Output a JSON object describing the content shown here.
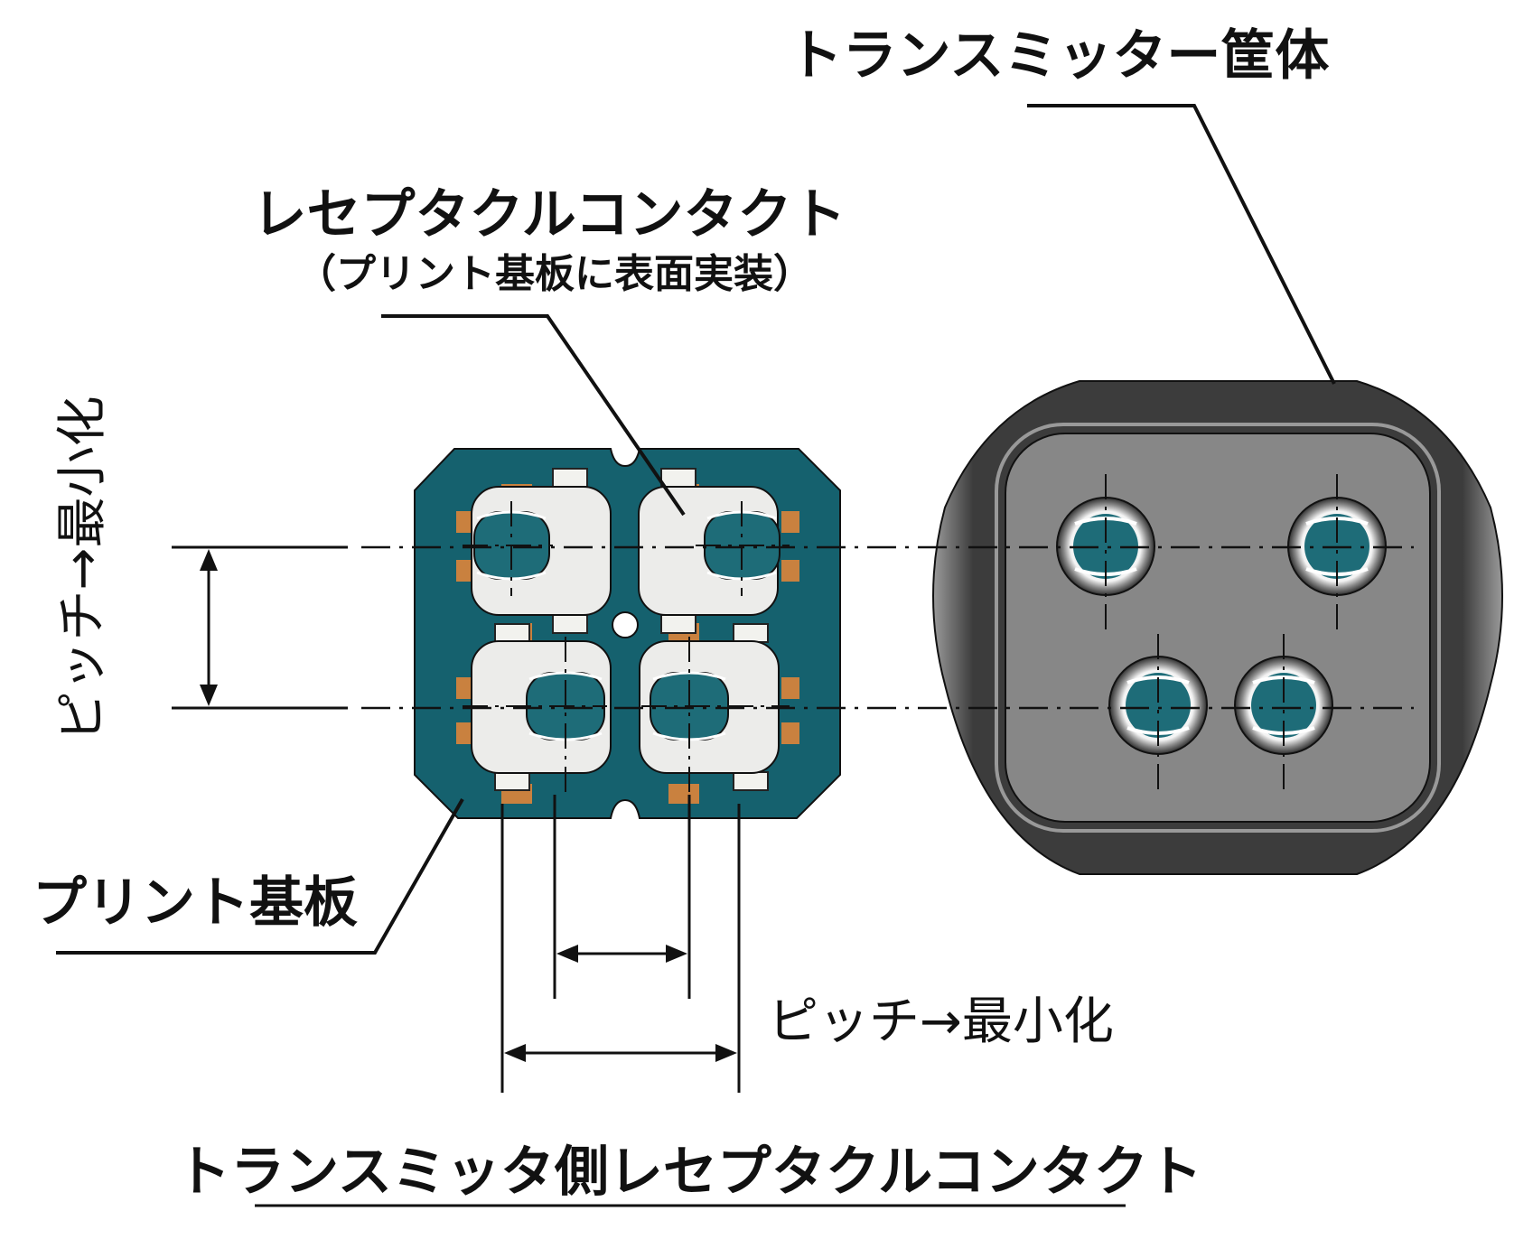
{
  "labels": {
    "housing": "トランスミッター筐体",
    "receptacle_title": "レセプタクルコンタクト",
    "receptacle_sub": "（プリント基板に表面実装）",
    "pcb": "プリント基板",
    "pitch_vertical": "ピッチ→最小化",
    "pitch_horizontal": "ピッチ→最小化",
    "caption": "トランスミッタ側レセプタクルコンタクト"
  },
  "colors": {
    "pcb": "#15616e",
    "contact": "#ececea",
    "pad": "#c9813f",
    "housing_outer": "#4a4a4a",
    "housing_inner": "#878787",
    "socket_core": "#1e6c78"
  }
}
